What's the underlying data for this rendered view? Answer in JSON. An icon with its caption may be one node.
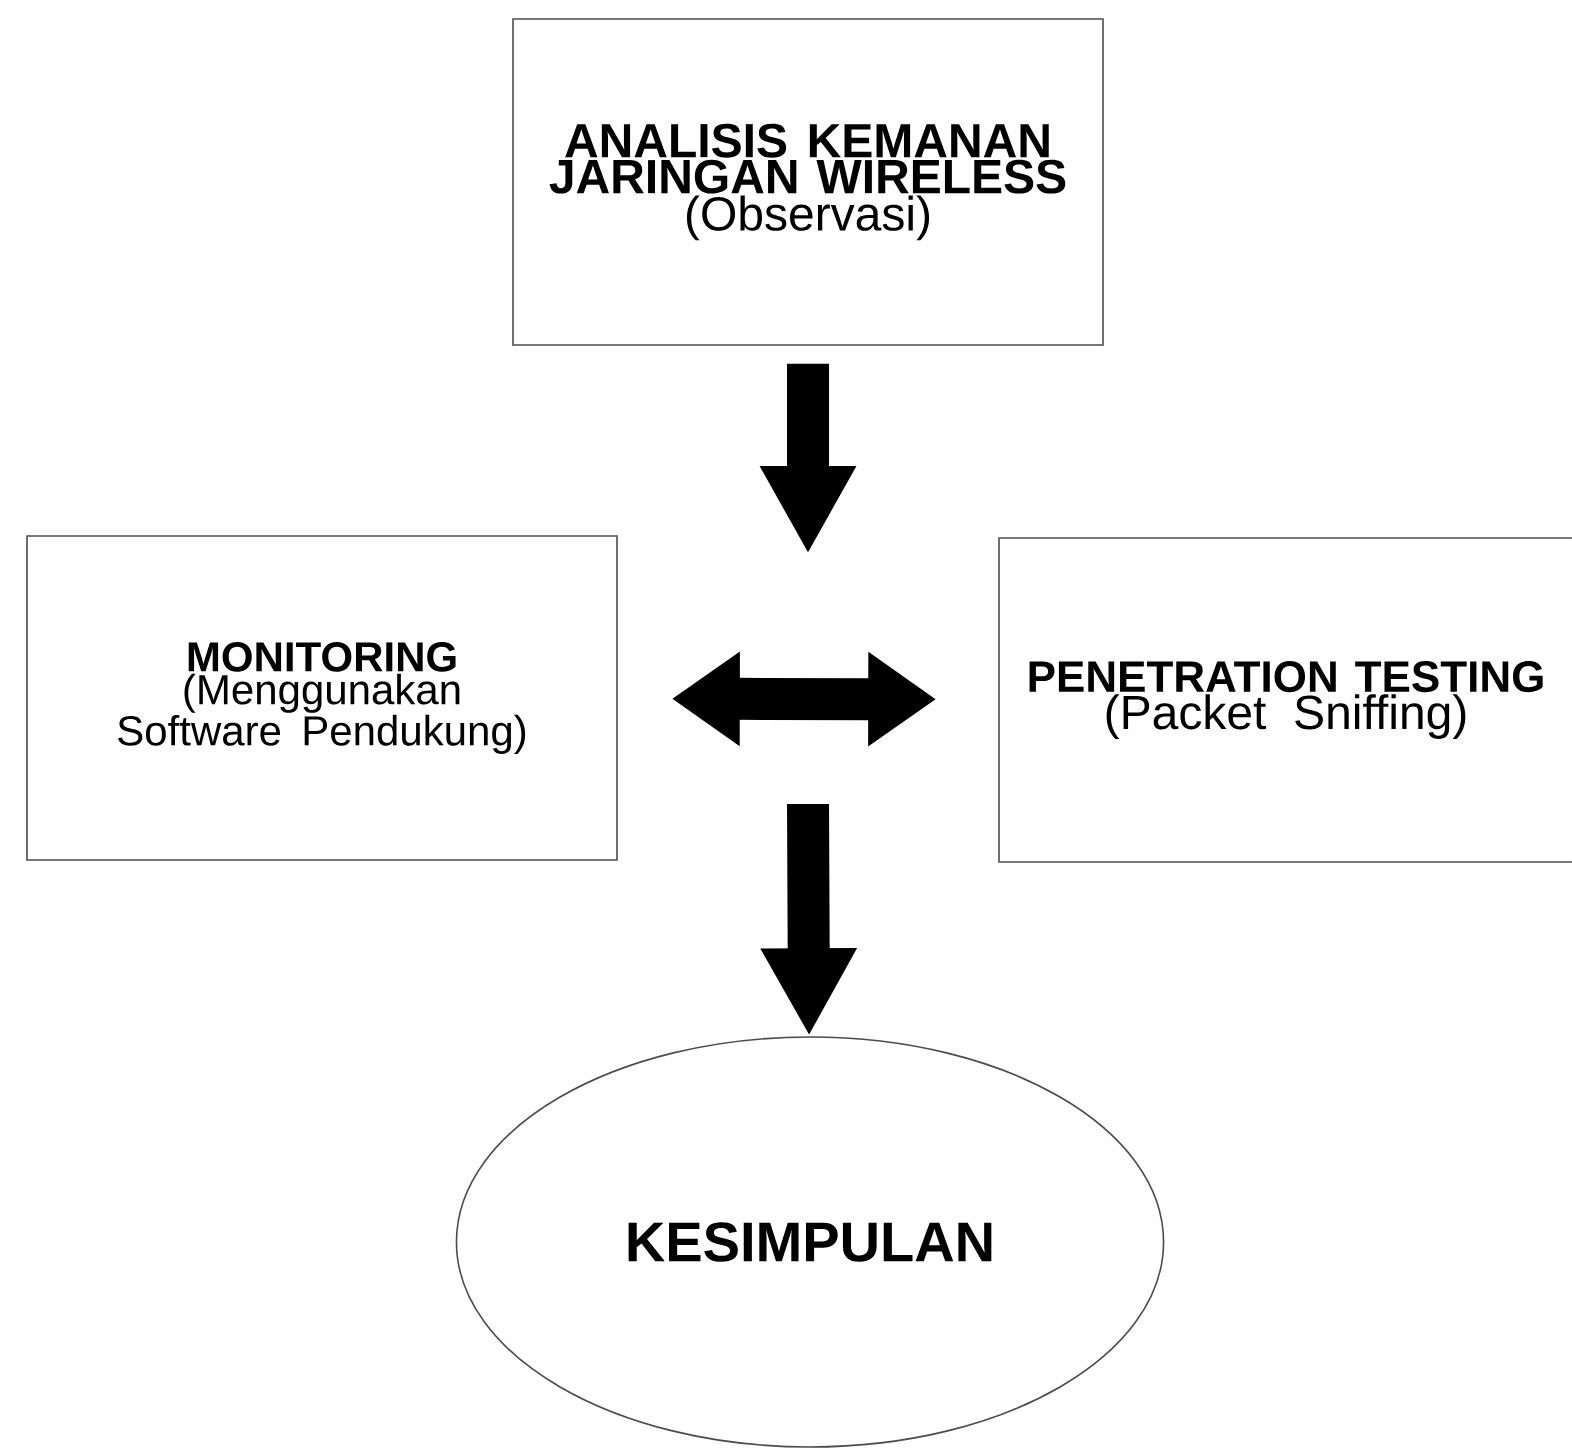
{
  "diagram": {
    "nodes": [
      {
        "text": [
          "ANALISIS KEMANAN JARINGAN WIRELESS",
          "(Observasi)"
        ]
      },
      {
        "text": [
          "MONITORING",
          "(Menggunakan Software Pendukung)"
        ]
      },
      {
        "text": [
          "PENETRATION TESTING",
          "(Packet Sniffing)"
        ]
      },
      {
        "text": [
          "KESIMPULAN"
        ]
      }
    ],
    "edges": [
      {
        "from": 0,
        "to": null,
        "arrow": "to"
      },
      {
        "from": 1,
        "to": 2,
        "arrow": "both"
      },
      {
        "from": null,
        "to": 3,
        "arrow": "to"
      }
    ]
  }
}
